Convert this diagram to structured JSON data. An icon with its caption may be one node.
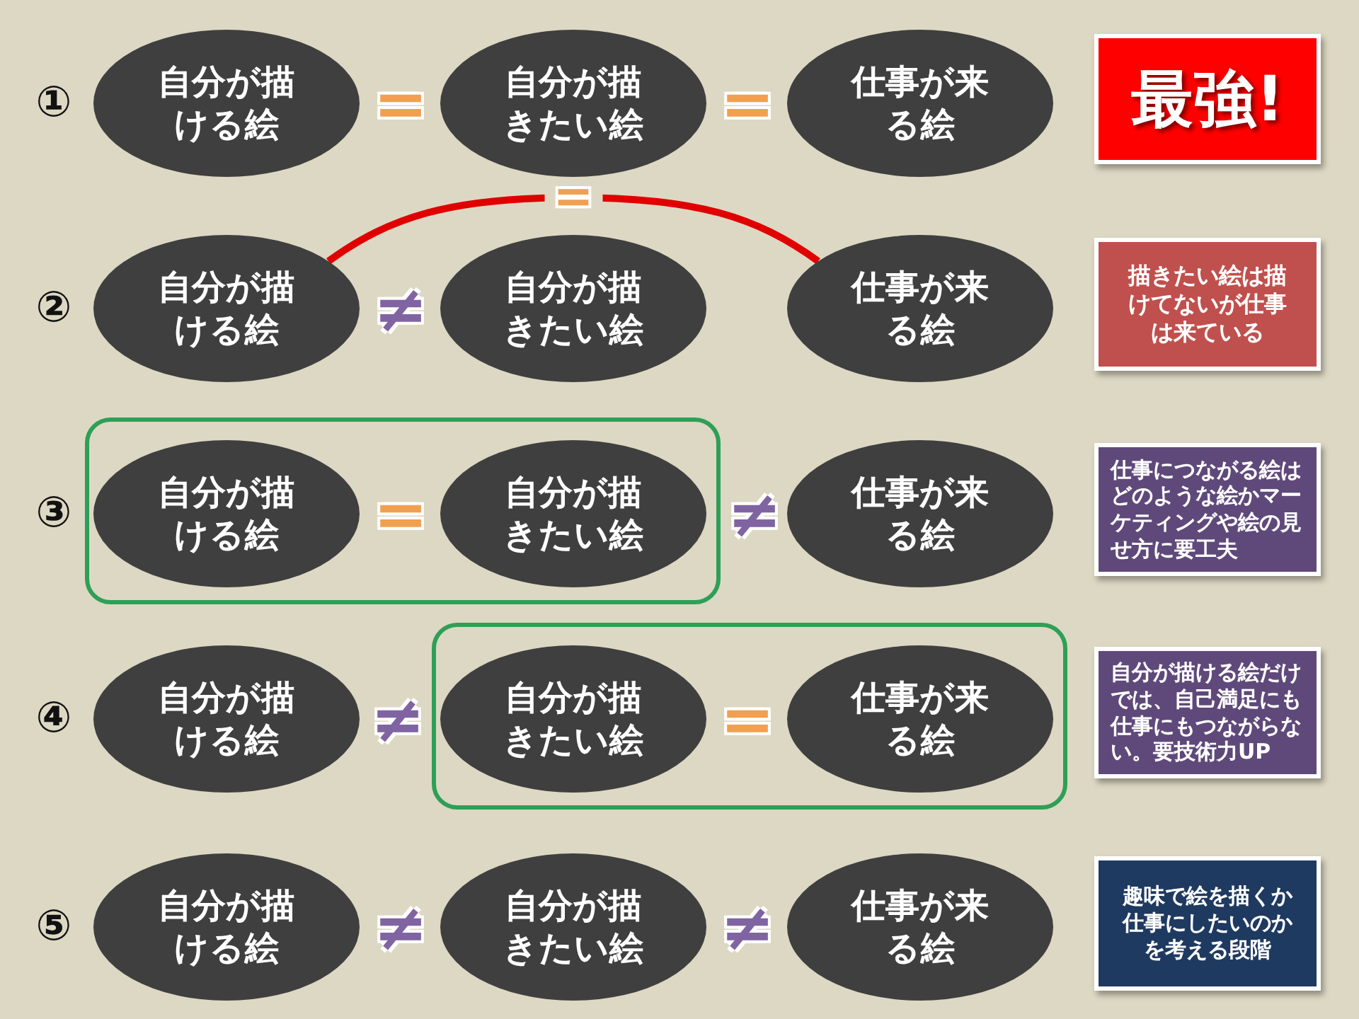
{
  "diagram": {
    "nodes": [
      {
        "text": [
          "自分が描ける絵"
        ]
      },
      {
        "text": [
          "自分が描きたい絵"
        ]
      },
      {
        "text": [
          "仕事が来る絵"
        ]
      },
      {
        "text": [
          "最強!"
        ]
      },
      {
        "text": [
          "自分が描ける絵"
        ]
      },
      {
        "text": [
          "自分が描きたい絵"
        ]
      },
      {
        "text": [
          "仕事が来る絵"
        ]
      },
      {
        "text": [
          "描きたい絵は描けてないが仕事は来ている"
        ]
      },
      {
        "text": [],
        "shape": "box"
      },
      {
        "text": [
          "自分が描ける絵"
        ],
        "in": 8
      },
      {
        "text": [
          "自分が描きたい絵"
        ],
        "in": 8
      },
      {
        "text": [
          "仕事が来る絵"
        ]
      },
      {
        "text": [
          "仕事につながる絵はどのような絵かマーケティングや絵の見せ方に要工夫"
        ]
      },
      {
        "text": [
          "自分が描ける絵"
        ]
      },
      {
        "text": [],
        "shape": "box"
      },
      {
        "text": [
          "自分が描きたい絵"
        ],
        "in": 14
      },
      {
        "text": [
          "仕事が来る絵"
        ],
        "in": 14
      },
      {
        "text": [
          "自分が描ける絵だけでは、自己満足にも仕事にもつながらない。要技術力UP"
        ]
      },
      {
        "text": [
          "自分が描ける絵"
        ]
      },
      {
        "text": [
          "自分が描きたい絵"
        ]
      },
      {
        "text": [
          "仕事が来る絵"
        ]
      },
      {
        "text": [
          "趣味で絵を描くか仕事にしたいのかを考える段階"
        ]
      }
    ],
    "edges": [
      {
        "from": 4,
        "to": 6,
        "arrow": "none",
        "label": "=",
        "color": "#e00000"
      }
    ],
    "labels": [
      "①",
      "=",
      "=",
      "②",
      "≠",
      "③",
      "=",
      "≠",
      "④",
      "≠",
      "=",
      "⑤",
      "≠",
      "≠"
    ]
  }
}
